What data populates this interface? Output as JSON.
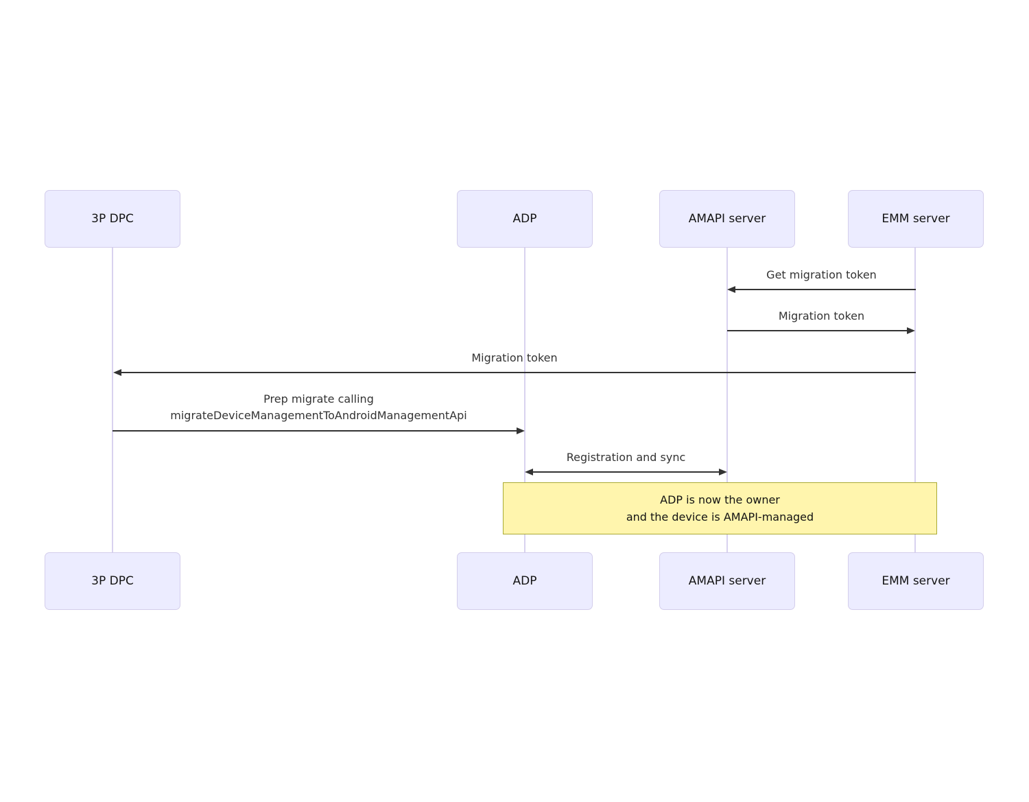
{
  "diagram": {
    "type": "sequence-diagram",
    "actors": [
      "3P DPC",
      "ADP",
      "AMAPI server",
      "EMM server"
    ],
    "messages": [
      {
        "label": "Get migration token",
        "from": "EMM server",
        "to": "AMAPI server",
        "direction": "left"
      },
      {
        "label": "Migration token",
        "from": "AMAPI server",
        "to": "EMM server",
        "direction": "right"
      },
      {
        "label": "Migration token",
        "from": "EMM server",
        "to": "3P DPC",
        "direction": "left"
      },
      {
        "label_line1": "Prep migrate calling",
        "label_line2": "migrateDeviceManagementToAndroidManagementApi",
        "from": "3P DPC",
        "to": "ADP",
        "direction": "right"
      },
      {
        "label": "Registration and sync",
        "from": "ADP",
        "to": "AMAPI server",
        "direction": "both"
      }
    ],
    "note": {
      "line1": "ADP is now the owner",
      "line2": "and the device is AMAPI-managed",
      "over": "ADP to EMM server"
    }
  },
  "colors": {
    "actor_fill": "#ECECFF",
    "actor_border": "#D3CDEB",
    "lifeline": "#D8D2EF",
    "note_fill": "#FFF5AD",
    "note_border": "#AAAA33",
    "arrow": "#333333",
    "message_text": "#333333",
    "actor_text": "#131313"
  }
}
